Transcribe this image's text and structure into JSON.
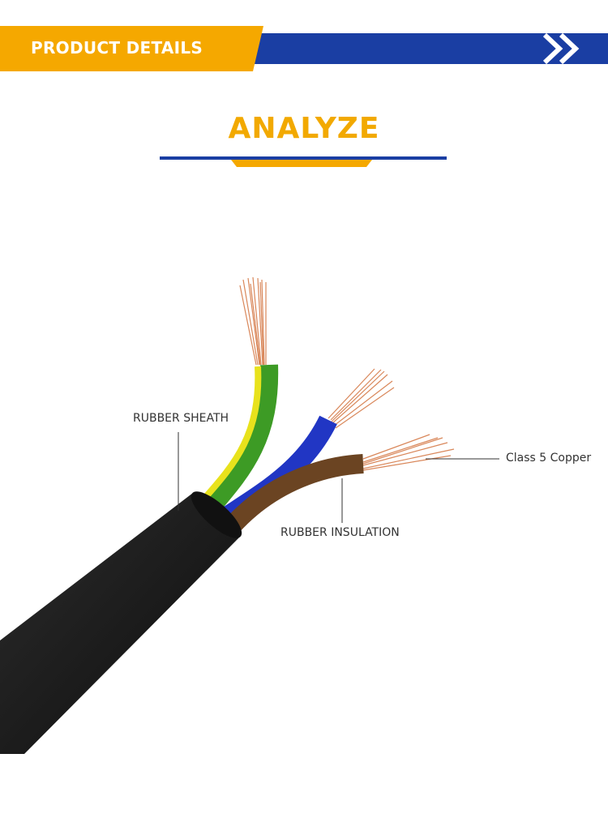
{
  "header": {
    "title": "PRODUCT DETAILS",
    "colors": {
      "orange": "#f5a800",
      "blue": "#1a3ea3"
    },
    "chevron_icon": "double-chevron-right-icon"
  },
  "section": {
    "title": "ANALYZE",
    "title_color": "#f2a900"
  },
  "diagram": {
    "labels": {
      "sheath": "RUBBER SHEATH",
      "insulation": "RUBBER INSULATION",
      "copper": "Class 5 Copper"
    },
    "colors": {
      "sheath": "#1a1a1a",
      "earth_green": "#3d9b25",
      "earth_yellow": "#e8e21c",
      "neutral_blue": "#2136c4",
      "live_brown": "#6b4422",
      "copper": "#d9875a"
    }
  }
}
